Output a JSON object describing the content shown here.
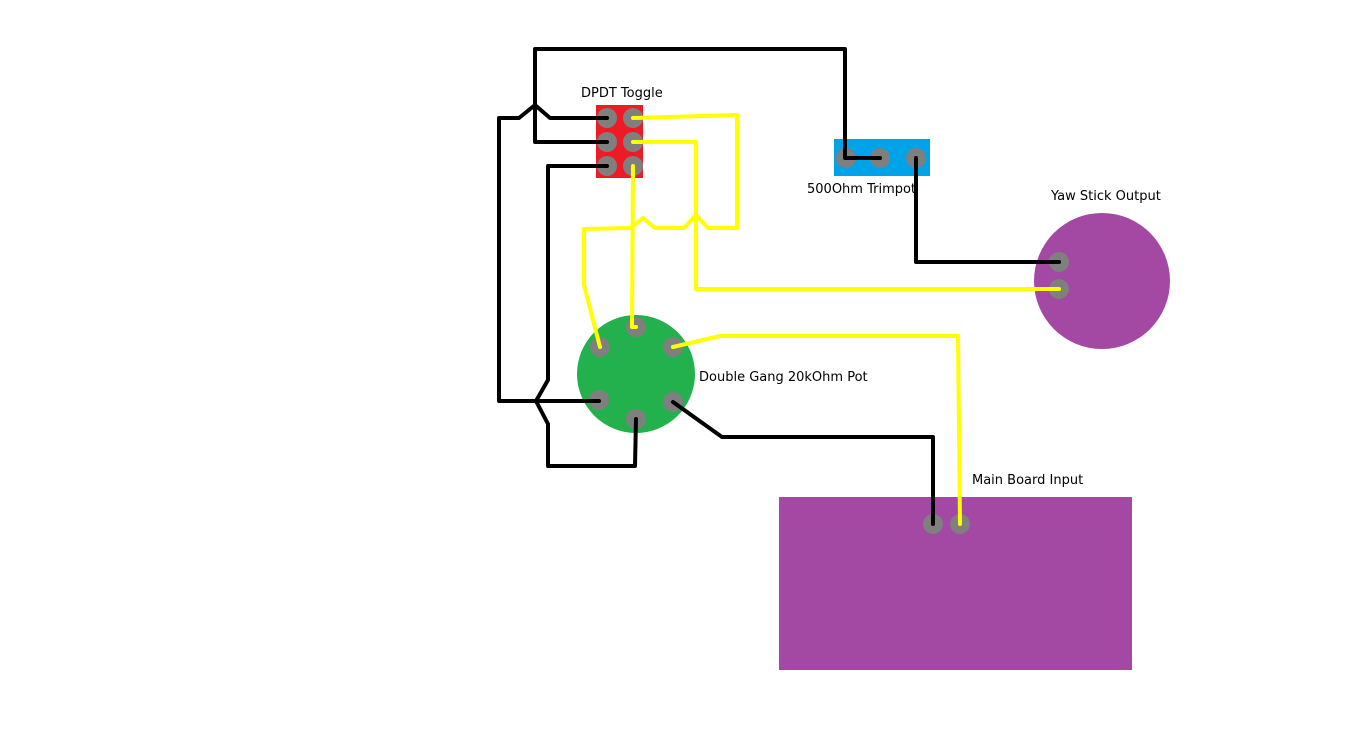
{
  "labels": {
    "toggle": "DPDT Toggle",
    "trimpot": "500Ohm Trimpot",
    "yaw": "Yaw Stick Output",
    "pot": "Double Gang 20kOhm Pot",
    "main": "Main Board Input"
  },
  "colors": {
    "background": "#ffffff",
    "wire_black": "#000000",
    "wire_yellow": "#ffff00",
    "toggle_body": "#ed1c24",
    "trimpot_body": "#00a2e8",
    "pot_body": "#22b14c",
    "board_body": "#a349a4",
    "terminal": "#7f7f7f"
  }
}
